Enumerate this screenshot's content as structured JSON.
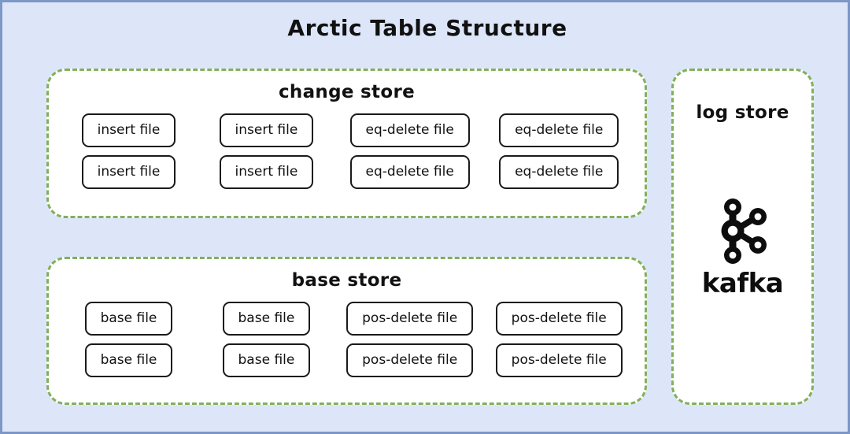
{
  "diagram": {
    "title": "Arctic Table Structure",
    "background_color": "#dce6f8",
    "frame_border_color": "#7c97c8",
    "panel_border_color": "#82b05c",
    "box_border_color": "#1a1a1a",
    "panel_background_color": "#ffffff"
  },
  "change_store": {
    "heading": "change store",
    "rows": [
      [
        {
          "label": "insert file"
        },
        {
          "label": "insert file"
        },
        {
          "label": "eq-delete file"
        },
        {
          "label": "eq-delete file"
        }
      ],
      [
        {
          "label": "insert file"
        },
        {
          "label": "insert file"
        },
        {
          "label": "eq-delete file"
        },
        {
          "label": "eq-delete file"
        }
      ]
    ]
  },
  "base_store": {
    "heading": "base store",
    "rows": [
      [
        {
          "label": "base file"
        },
        {
          "label": "base file"
        },
        {
          "label": "pos-delete file"
        },
        {
          "label": "pos-delete file"
        }
      ],
      [
        {
          "label": "base file"
        },
        {
          "label": "base file"
        },
        {
          "label": "pos-delete file"
        },
        {
          "label": "pos-delete file"
        }
      ]
    ]
  },
  "log_store": {
    "heading": "log store",
    "logo_icon": "kafka-logo-icon",
    "wordmark": "kafka"
  }
}
